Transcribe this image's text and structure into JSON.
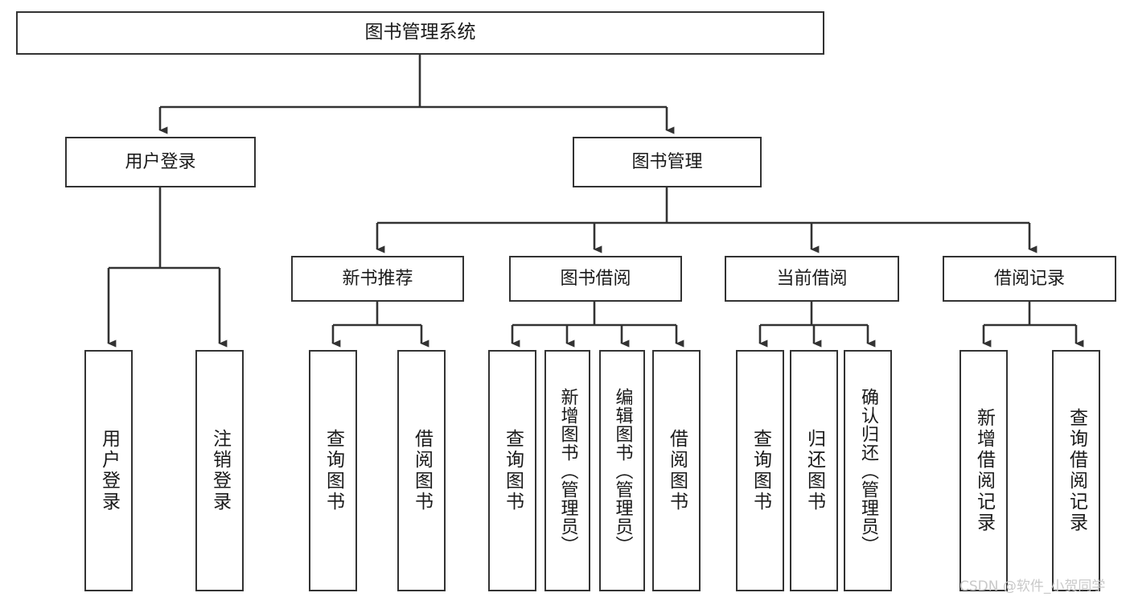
{
  "diagram": {
    "type": "tree-hierarchy-chart",
    "title": "图书管理系统",
    "background": "#ffffff",
    "line_color": "#333333",
    "text_color": "#1a1a1a",
    "watermark": "CSDN @软件_小贺同学",
    "watermark_color": "#c9c9c9"
  },
  "nodes": {
    "root": {
      "label": "图书管理系统"
    },
    "level2": [
      {
        "id": "user-login",
        "label": "用户登录"
      },
      {
        "id": "book-manage",
        "label": "图书管理"
      }
    ],
    "level3": [
      {
        "id": "new-book-recommend",
        "label": "新书推荐"
      },
      {
        "id": "book-borrow",
        "label": "图书借阅"
      },
      {
        "id": "current-borrow",
        "label": "当前借阅"
      },
      {
        "id": "borrow-record",
        "label": "借阅记录"
      }
    ],
    "leaves": [
      {
        "id": "leaf-user-login",
        "label": "用户登录",
        "parent": "user-login"
      },
      {
        "id": "leaf-logout",
        "label": "注销登录",
        "parent": "user-login"
      },
      {
        "id": "leaf-query-book-1",
        "label": "查询图书",
        "parent": "new-book-recommend"
      },
      {
        "id": "leaf-borrow-book-1",
        "label": "借阅图书",
        "parent": "new-book-recommend"
      },
      {
        "id": "leaf-query-book-2",
        "label": "查询图书",
        "parent": "book-borrow"
      },
      {
        "id": "leaf-add-book",
        "label": "新增图书（管理员）",
        "parent": "book-borrow"
      },
      {
        "id": "leaf-edit-book",
        "label": "编辑图书（管理员）",
        "parent": "book-borrow"
      },
      {
        "id": "leaf-borrow-book-2",
        "label": "借阅图书",
        "parent": "book-borrow"
      },
      {
        "id": "leaf-query-book-3",
        "label": "查询图书",
        "parent": "current-borrow"
      },
      {
        "id": "leaf-return-book",
        "label": "归还图书",
        "parent": "current-borrow"
      },
      {
        "id": "leaf-confirm-return",
        "label": "确认归还（管理员）",
        "parent": "current-borrow"
      },
      {
        "id": "leaf-add-record",
        "label": "新增借阅记录",
        "parent": "borrow-record"
      },
      {
        "id": "leaf-query-record",
        "label": "查询借阅记录",
        "parent": "borrow-record"
      }
    ]
  }
}
